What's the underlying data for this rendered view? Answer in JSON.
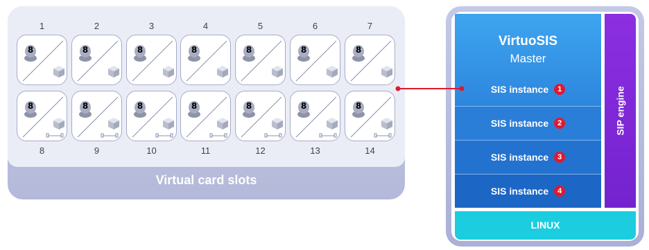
{
  "card_slots": {
    "caption": "Virtual card slots",
    "top_row": [
      "1",
      "2",
      "3",
      "4",
      "5",
      "6",
      "7"
    ],
    "bottom_row": [
      "8",
      "9",
      "10",
      "11",
      "12",
      "13",
      "14"
    ],
    "card_digit": "8"
  },
  "virtuosis": {
    "title": "VirtuoSIS",
    "subtitle": "Master",
    "instances": [
      {
        "label": "SIS instance",
        "badge": "1"
      },
      {
        "label": "SIS instance",
        "badge": "2"
      },
      {
        "label": "SIS instance",
        "badge": "3"
      },
      {
        "label": "SIS instance",
        "badge": "4"
      }
    ],
    "sip_engine": "SIP engine",
    "linux": "LINUX"
  },
  "colors": {
    "connector": "#e0192f",
    "master_blue": "#2d86dd",
    "sip_purple": "#7f28d8",
    "linux_cyan": "#1ccde0"
  }
}
